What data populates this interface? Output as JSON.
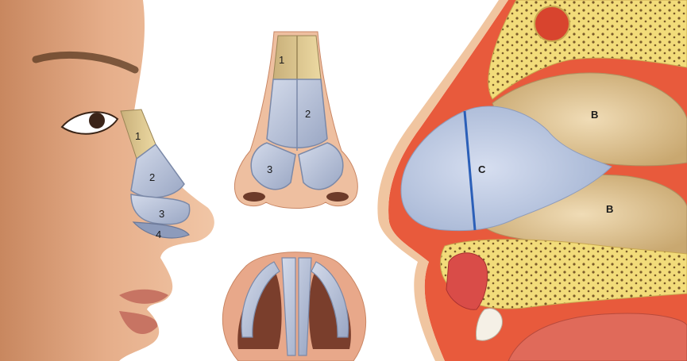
{
  "labels": {
    "profile_1": "1",
    "profile_2": "2",
    "profile_3": "3",
    "profile_4": "4",
    "front_1": "1",
    "front_2": "2",
    "front_3": "3",
    "section_B_upper": "B",
    "section_B_lower": "B",
    "section_C": "C"
  },
  "colors": {
    "skin": "#e8b08c",
    "skin_dark": "#c98664",
    "nasal_bone": "#d9c48a",
    "cartilage": "#b4bfd6",
    "cartilage_outline": "#7b89a8",
    "bone_yellow": "#f2dc7a",
    "mucosa": "#e2a48a",
    "red_tissue": "#d8442e",
    "marker_line": "#2b5fb8"
  }
}
